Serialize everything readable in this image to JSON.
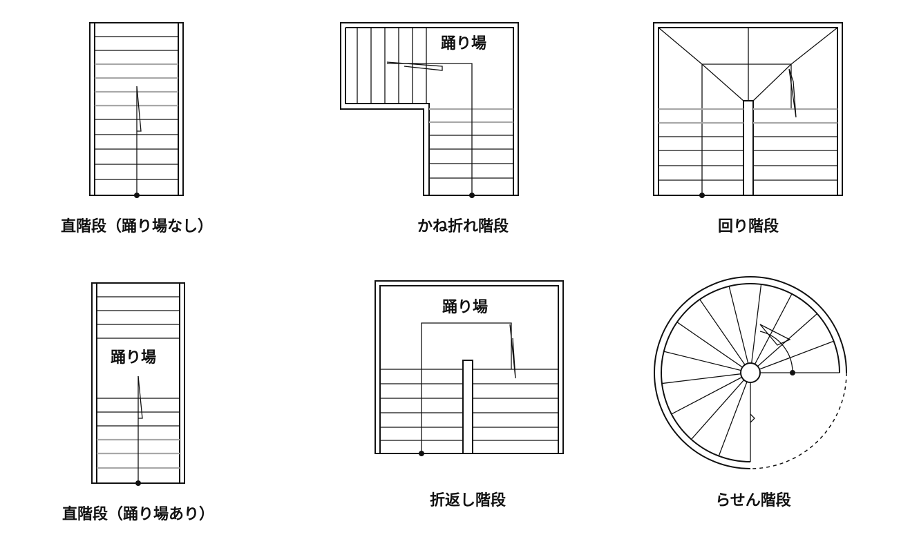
{
  "labels": {
    "landing": "踊り場"
  },
  "diagrams": [
    {
      "id": "straight-no-landing",
      "caption": "直階段（踊り場なし）"
    },
    {
      "id": "l-shaped",
      "caption": "かね折れ階段"
    },
    {
      "id": "winding",
      "caption": "回り階段"
    },
    {
      "id": "straight-with-landing",
      "caption": "直階段（踊り場あり）"
    },
    {
      "id": "u-turn",
      "caption": "折返し階段"
    },
    {
      "id": "spiral",
      "caption": "らせん階段"
    }
  ],
  "colors": {
    "line": "#111111",
    "grey_step": "#a8a8a8",
    "background": "#ffffff"
  }
}
